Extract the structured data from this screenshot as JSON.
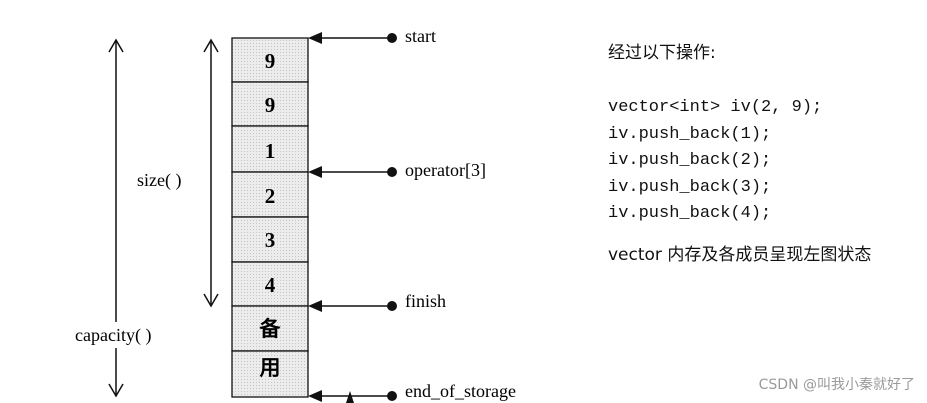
{
  "vector_cells": [
    "9",
    "9",
    "1",
    "2",
    "3",
    "4",
    "备",
    "用"
  ],
  "pointers": {
    "start": "start",
    "operator3": "operator[3]",
    "finish": "finish",
    "end_of_storage": "end_of_storage"
  },
  "size_label": "size( )",
  "capacity_label": "capacity( )",
  "panel": {
    "title": "经过以下操作:",
    "code": [
      "vector<int> iv(2, 9);",
      "iv.push_back(1);",
      "iv.push_back(2);",
      "iv.push_back(3);",
      "iv.push_back(4);"
    ],
    "description": "vector 内存及各成员呈现左图状态"
  },
  "watermark": "CSDN @叫我小秦就好了"
}
